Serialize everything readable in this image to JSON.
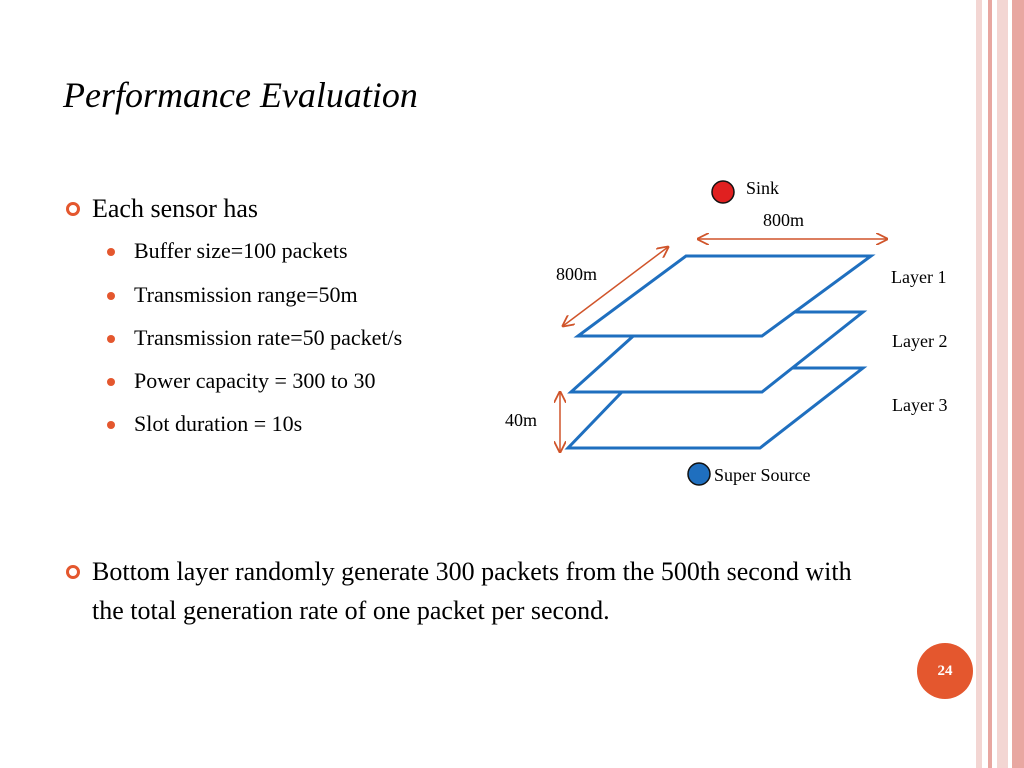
{
  "slide": {
    "title": "Performance Evaluation",
    "page_number": "24"
  },
  "content": {
    "bullet1": {
      "text": "Each sensor has",
      "sub": [
        "Buffer size=100 packets",
        "Transmission range=50m",
        "Transmission rate=50 packet/s",
        "Power capacity = 300 to 30",
        "Slot duration = 10s"
      ]
    },
    "bullet2": {
      "text": "Bottom layer randomly generate 300 packets from the 500th second with the total generation rate of one packet per second."
    }
  },
  "diagram": {
    "sink_label": "Sink",
    "width_label": "800m",
    "depth_label": "800m",
    "height_label": "40m",
    "layers": [
      "Layer 1",
      "Layer 2",
      "Layer 3"
    ],
    "source_label": "Super Source",
    "colors": {
      "layer_outline": "#1f6fbf",
      "dimension_arrow": "#d0542a",
      "sink": "#e02020",
      "source": "#1f6fbf"
    }
  },
  "theme": {
    "accent": "#e4572e",
    "stripe_colors": [
      "#f3d6d3",
      "#e8a7a1"
    ]
  }
}
